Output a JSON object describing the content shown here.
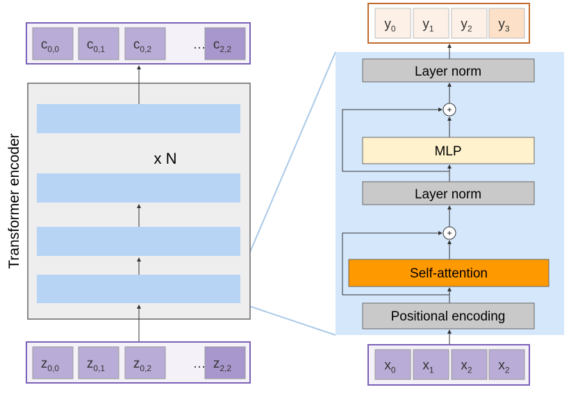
{
  "encoder_label": "Transformer encoder",
  "repeat_label": "x N",
  "outputs": [
    {
      "base": "c",
      "sub": "0,0"
    },
    {
      "base": "c",
      "sub": "0,1"
    },
    {
      "base": "c",
      "sub": "0,2"
    },
    {
      "base": "…",
      "sub": ""
    },
    {
      "base": "c",
      "sub": "2,2"
    }
  ],
  "inputs": [
    {
      "base": "z",
      "sub": "0,0"
    },
    {
      "base": "z",
      "sub": "0,1"
    },
    {
      "base": "z",
      "sub": "0,2"
    },
    {
      "base": "…",
      "sub": ""
    },
    {
      "base": "z",
      "sub": "2,2"
    }
  ],
  "block_outputs": [
    {
      "base": "y",
      "sub": "0"
    },
    {
      "base": "y",
      "sub": "1"
    },
    {
      "base": "y",
      "sub": "2"
    },
    {
      "base": "y",
      "sub": "3"
    }
  ],
  "block_inputs": [
    {
      "base": "x",
      "sub": "0"
    },
    {
      "base": "x",
      "sub": "1"
    },
    {
      "base": "x",
      "sub": "2"
    },
    {
      "base": "x",
      "sub": "2"
    }
  ],
  "layers": {
    "norm_top": "Layer norm",
    "mlp": "MLP",
    "norm_mid": "Layer norm",
    "attention": "Self-attention",
    "pos_enc": "Positional encoding",
    "plus": "+"
  },
  "colors": {
    "purple": "#b9acd6",
    "purple_dark": "#a897cc",
    "purple_border": "#7a5fb8",
    "orange": "#ff9900",
    "orange_border": "#c0692a",
    "peach": "#fdf0e6",
    "peach_dark": "#fce1c8",
    "blue_layer": "#b7d4f4",
    "panel": "#d5e7fb",
    "gray": "#c9c9c9",
    "mlp": "#fff2cc"
  }
}
